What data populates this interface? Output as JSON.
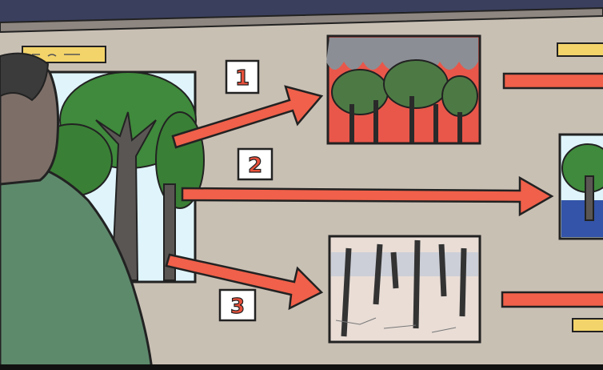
{
  "labels": {
    "one": "1",
    "two": "2",
    "three": "3"
  },
  "colors": {
    "wall": "#c9c0b4",
    "arrow": "#f0604a",
    "note": "#f3d46a",
    "shirt": "#5e8a6c",
    "ceiling": "#3a3f5e"
  }
}
